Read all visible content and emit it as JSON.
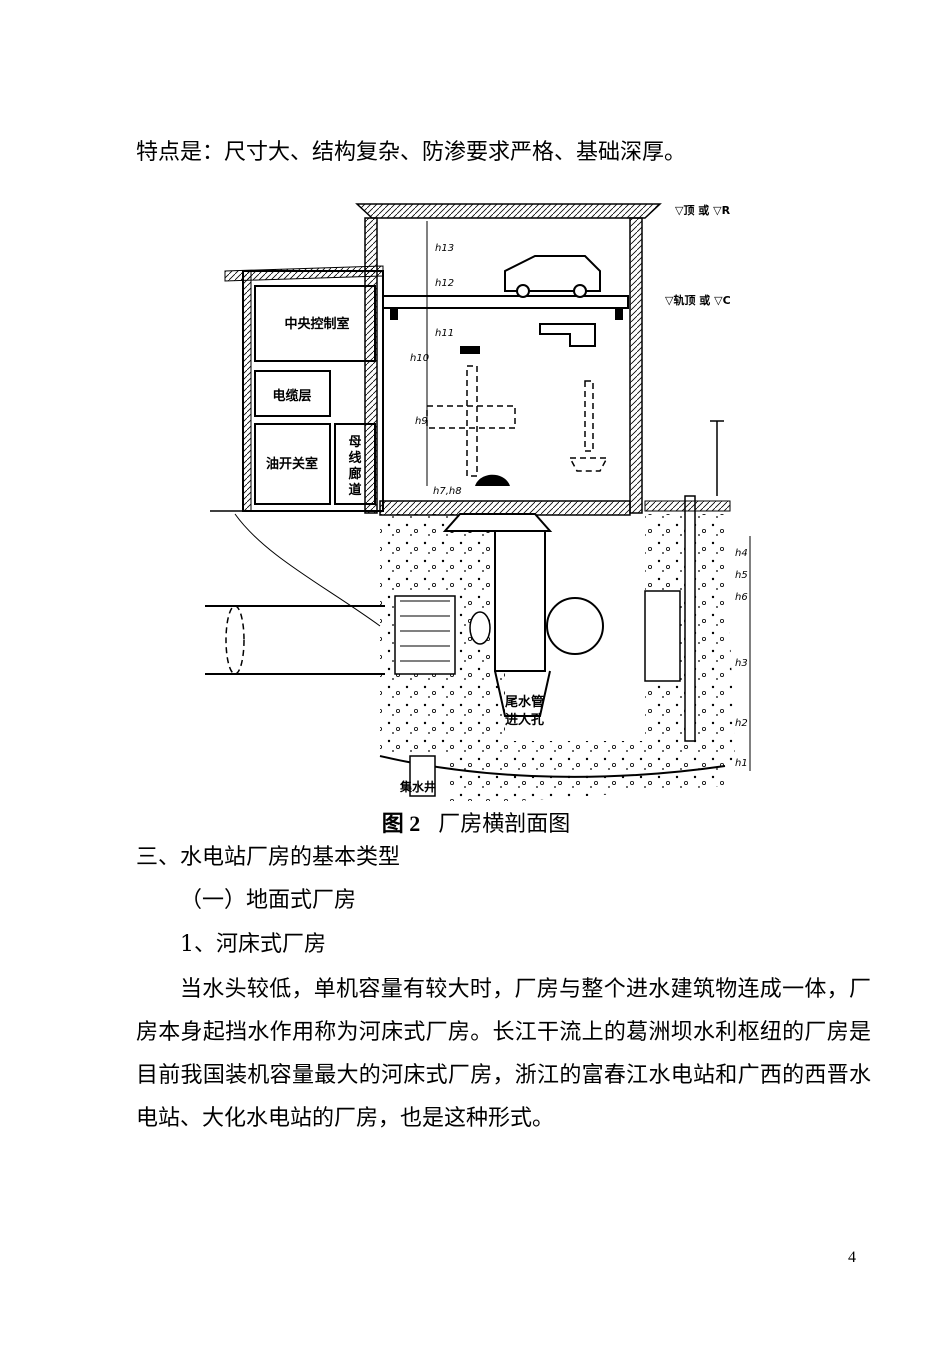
{
  "intro_line": "特点是：尺寸大、结构复杂、防渗要求严格、基础深厚。",
  "figure": {
    "labels": {
      "control_room": "中央控制室",
      "cable_floor": "电缆层",
      "oil_switch_room": "油开关室",
      "busbar_gallery": [
        "母",
        "线",
        "廊",
        "道"
      ],
      "draft_tube_access": [
        "尾水管",
        "进人孔"
      ],
      "sump": "集水井",
      "elev_top": "▽顶 或 ▽R",
      "elev_crane": "▽轨顶 或 ▽C",
      "dims": [
        "h13",
        "h12",
        "h11",
        "h10",
        "h9",
        "h7,h8",
        "h4",
        "h5",
        "h6",
        "h3",
        "h2",
        "h1"
      ]
    },
    "caption_num": "图 2",
    "caption_text": "厂房横剖面图"
  },
  "section_title": "三、水电站厂房的基本类型",
  "subsection_title": "（一）地面式厂房",
  "item_title": "1、河床式厂房",
  "paragraph": "当水头较低，单机容量有较大时，厂房与整个进水建筑物连成一体，厂房本身起挡水作用称为河床式厂房。长江干流上的葛洲坝水利枢纽的厂房是目前我国装机容量最大的河床式厂房，浙江的富春江水电站和广西的西晋水电站、大化水电站的厂房，也是这种形式。",
  "page_number": "4"
}
